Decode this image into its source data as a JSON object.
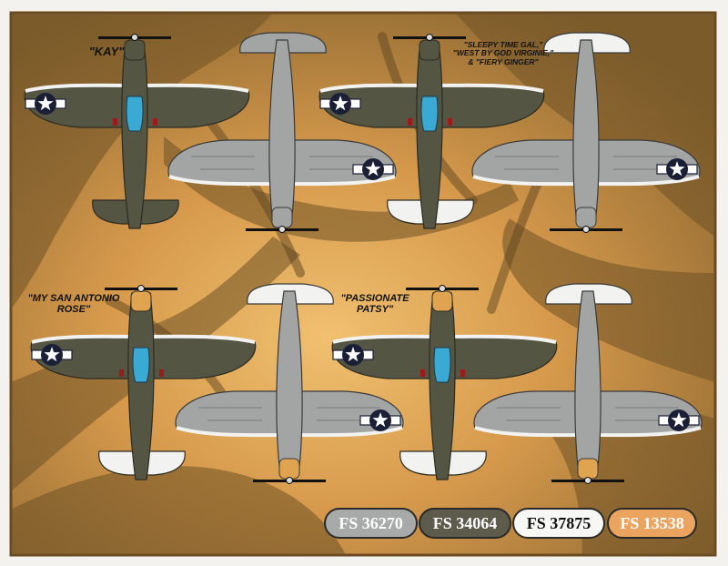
{
  "labels": {
    "kay": "\"KAY\"",
    "sleepy_line1": "\"SLEEPY TIME GAL,\"",
    "sleepy_line2": "\"WEST BY GOD VIRGINIE,\"",
    "sleepy_line3": "& \"FIERY GINGER\"",
    "rose_line1": "\"MY SAN ANTONIO",
    "rose_line2": "ROSE\"",
    "patsy_line1": "\"PASSIONATE",
    "patsy_line2": "PATSY\""
  },
  "swatches": [
    {
      "code": "FS 36270",
      "color": "#a8a9a9",
      "text_color": "#ffffff"
    },
    {
      "code": "FS 34064",
      "color": "#5c5b4c",
      "text_color": "#ffffff"
    },
    {
      "code": "FS 37875",
      "color": "#f7f7f5",
      "text_color": "#111111"
    },
    {
      "code": "FS 13538",
      "color": "#eaa460",
      "text_color": "#ffffff"
    }
  ],
  "colors": {
    "olive_drab": "#555544",
    "neutral_gray": "#a3a4a4",
    "white_tail": "#f2f2f0",
    "yellow_cowl": "#e0a450",
    "canopy_blue": "#3aa9d3",
    "roundel_blue": "#1a1f36",
    "background_light": "#e3a555",
    "background_dark": "#6a4e22"
  }
}
